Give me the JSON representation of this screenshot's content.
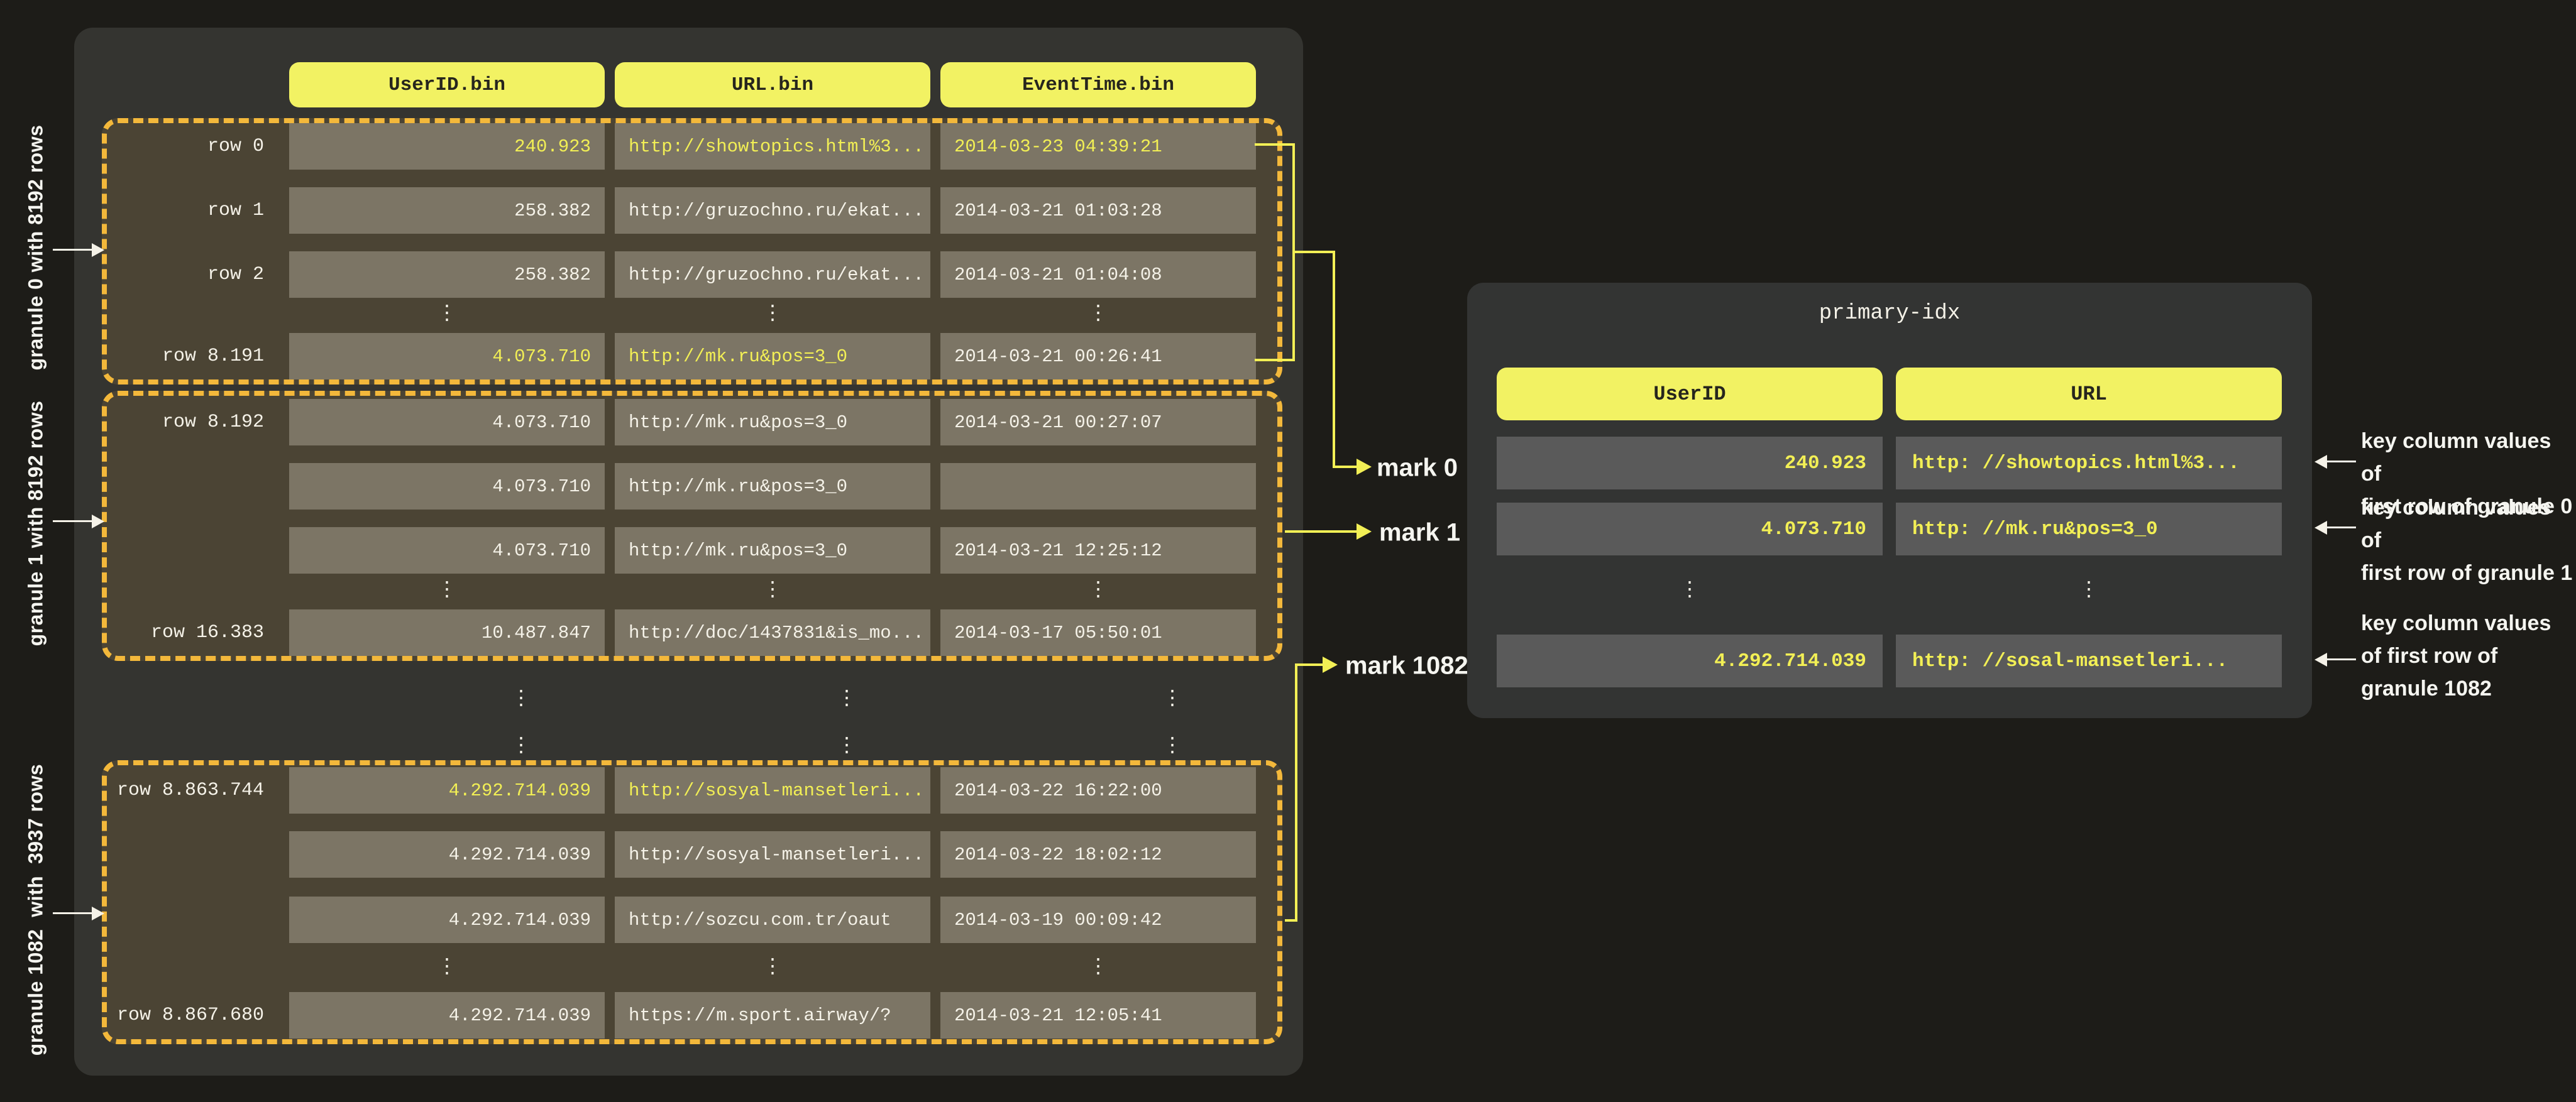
{
  "colors": {
    "page_bg": "#1d1c18",
    "panel_bg": "#343430",
    "granule_bg": "#4b4434",
    "cell_bg": "#7c7565",
    "right_cell_bg": "#5a5a5a",
    "pill_bg": "#f2f263",
    "highlight_text": "#f2ef55",
    "normal_text": "#f5f2e8",
    "dashed_border": "#f3b83b",
    "connector": "#f2ef55"
  },
  "glyphs": {
    "vertical_ellipsis": "⋮"
  },
  "left_panel": {
    "column_headers": [
      "UserID.bin",
      "URL.bin",
      "EventTime.bin"
    ],
    "granules": [
      {
        "side_label": "granule 0 with 8192 rows",
        "rows": [
          {
            "label": "row 0",
            "user_id": "240.923",
            "url": "http://showtopics.html%3...",
            "event_time": "2014-03-23 04:39:21"
          },
          {
            "label": "row 1",
            "user_id": "258.382",
            "url": "http://gruzochno.ru/ekat...",
            "event_time": "2014-03-21 01:03:28"
          },
          {
            "label": "row 2",
            "user_id": "258.382",
            "url": "http://gruzochno.ru/ekat...",
            "event_time": "2014-03-21 01:04:08"
          },
          {
            "label": "row 8.191",
            "user_id": "4.073.710",
            "url": "http://mk.ru&pos=3_0",
            "event_time": "2014-03-21 00:26:41"
          }
        ]
      },
      {
        "side_label": "granule 1 with 8192 rows",
        "rows": [
          {
            "label": "row 8.192",
            "user_id": "4.073.710",
            "url": "http://mk.ru&pos=3_0",
            "event_time": "2014-03-21 00:27:07"
          },
          {
            "label": "",
            "user_id": "4.073.710",
            "url": "http://mk.ru&pos=3_0",
            "event_time": ""
          },
          {
            "label": "",
            "user_id": "4.073.710",
            "url": "http://mk.ru&pos=3_0",
            "event_time": "2014-03-21 12:25:12"
          },
          {
            "label": "row 16.383",
            "user_id": "10.487.847",
            "url": "http://doc/1437831&is_mo...",
            "event_time": "2014-03-17 05:50:01"
          }
        ]
      },
      {
        "side_label": "granule 1082  with  3937 rows",
        "rows": [
          {
            "label": "row 8.863.744",
            "user_id": "4.292.714.039",
            "url": "http://sosyal-mansetleri...",
            "event_time": "2014-03-22 16:22:00"
          },
          {
            "label": "",
            "user_id": "4.292.714.039",
            "url": "http://sosyal-mansetleri...",
            "event_time": "2014-03-22 18:02:12"
          },
          {
            "label": "",
            "user_id": "4.292.714.039",
            "url": "http://sozcu.com.tr/oaut",
            "event_time": "2014-03-19 00:09:42"
          },
          {
            "label": "row 8.867.680",
            "user_id": "4.292.714.039",
            "url": "https://m.sport.airway/?",
            "event_time": "2014-03-21 12:05:41"
          }
        ]
      }
    ]
  },
  "marks": {
    "mark0": "mark 0",
    "mark1": "mark 1",
    "mark1082": "mark 1082"
  },
  "primary_index": {
    "title": "primary-idx",
    "column_headers": [
      "UserID",
      "URL"
    ],
    "rows": [
      {
        "user_id": "240.923",
        "url": "http: //showtopics.html%3..."
      },
      {
        "user_id": "4.073.710",
        "url": "http: //mk.ru&pos=3_0"
      },
      {
        "user_id": "4.292.714.039",
        "url": "http: //sosal-mansetleri..."
      }
    ]
  },
  "annotations": [
    "key column values of\nfirst row of granule 0",
    "key column values of\nfirst row of granule 1",
    "key column values\nof first row of\ngranule 1082"
  ]
}
